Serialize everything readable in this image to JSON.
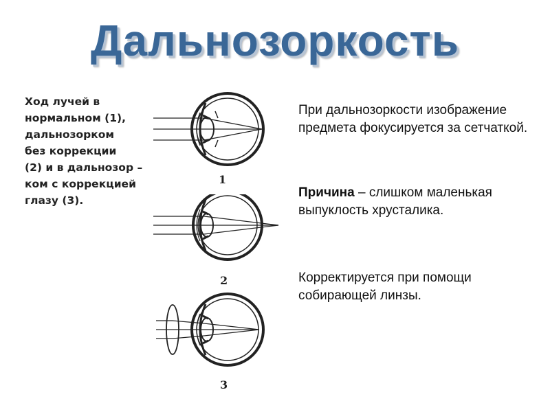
{
  "title": "Дальнозоркость",
  "caption_lines": [
    "Ход лучей в",
    "нормальном (1),",
    "дальнозорком",
    "без коррекции",
    "(2) и в дальнозор –",
    "ком с коррекцией",
    "глазу (3)."
  ],
  "figures": [
    {
      "number": "1"
    },
    {
      "number": "2"
    },
    {
      "number": "3"
    }
  ],
  "paragraphs": {
    "p1": "При дальнозоркости изображение предмета фокусируется за сетчаткой.",
    "p2_bold": "Причина",
    "p2_rest": " – слишком маленькая выпуклость хрусталика.",
    "p3": "Корректируется при помощи собирающей линзы."
  }
}
